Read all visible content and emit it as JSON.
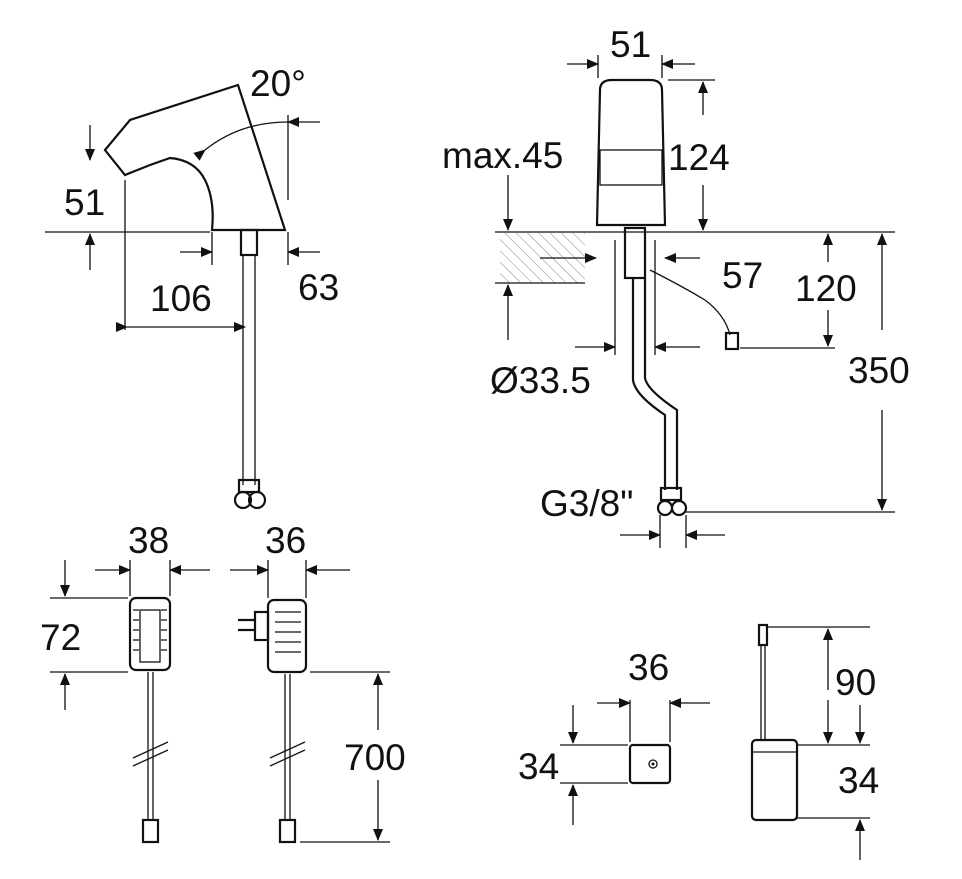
{
  "title": "Sensor basin faucet dimension drawing",
  "side_view": {
    "angle": "20°",
    "height": "51",
    "reach": "106",
    "base": "63"
  },
  "front_view": {
    "width": "51",
    "max_deck": "max.45",
    "height": "124",
    "offset": "57",
    "cable": "120",
    "total": "350",
    "hole_diameter": "Ø33.5",
    "thread": "G3/8\""
  },
  "adapter": {
    "width_front": "38",
    "width_side": "36",
    "height": "72",
    "cable_length": "700"
  },
  "sensor": {
    "width": "36",
    "height": "34"
  },
  "battery_box": {
    "cable": "90",
    "height": "34"
  },
  "colors": {
    "line": "#111111",
    "background": "#ffffff"
  }
}
